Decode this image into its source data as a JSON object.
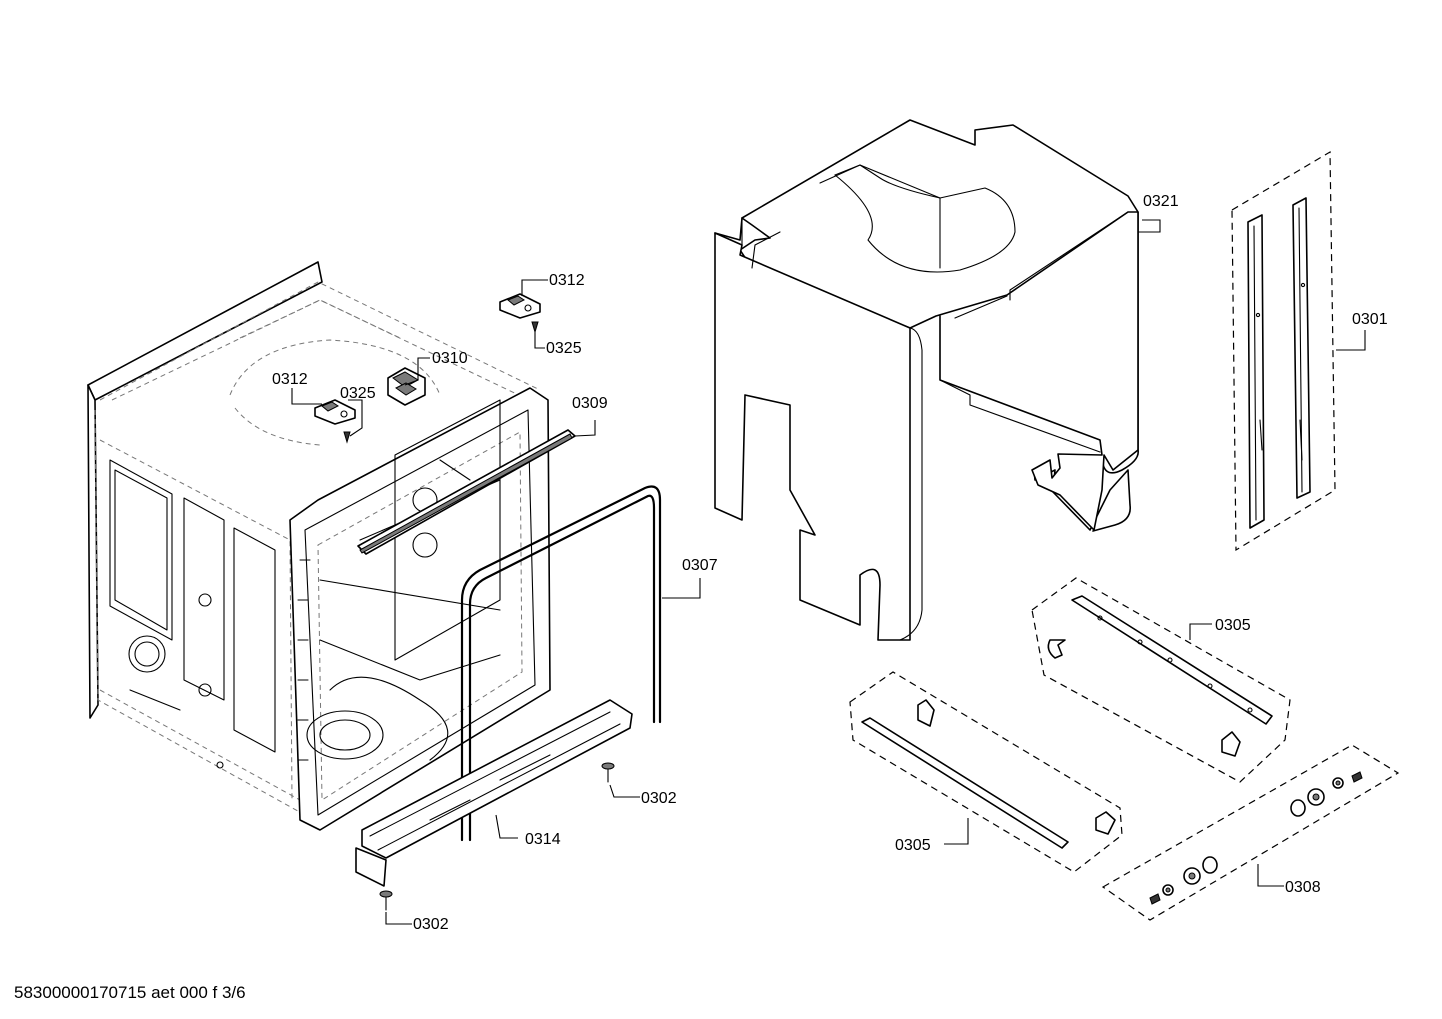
{
  "labels": {
    "l0312a": "0312",
    "l0325a": "0325",
    "l0310": "0310",
    "l0312b": "0312",
    "l0325b": "0325",
    "l0309": "0309",
    "l0307": "0307",
    "l0302a": "0302",
    "l0314": "0314",
    "l0302b": "0302",
    "l0321": "0321",
    "l0301": "0301",
    "l0305a": "0305",
    "l0305b": "0305",
    "l0308": "0308"
  },
  "footer": "58300000170715 aet 000 f 3/6"
}
